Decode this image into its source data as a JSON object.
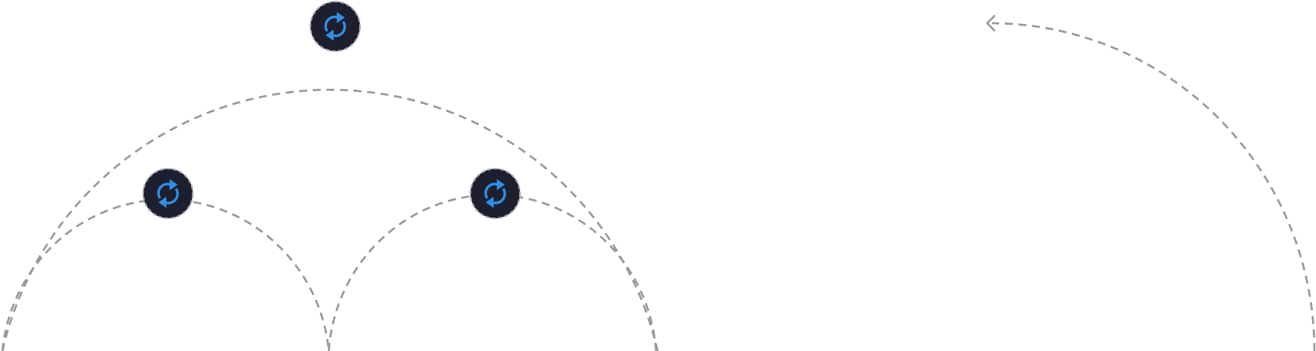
{
  "diagram": {
    "colors": {
      "arc": "#9a9a9a",
      "node_fill": "#1d1f2e",
      "node_ring": "#a8a8b0",
      "icon": "#2f8fe6",
      "background": "#ffffff"
    },
    "nodes": [
      {
        "id": "top",
        "icon": "sync-icon"
      },
      {
        "id": "left",
        "icon": "sync-icon"
      },
      {
        "id": "right",
        "icon": "sync-icon"
      }
    ],
    "arcs": [
      {
        "id": "outer-arc",
        "style": "dashed"
      },
      {
        "id": "left-inner-arc",
        "style": "dashed"
      },
      {
        "id": "right-inner-arc",
        "style": "dashed"
      },
      {
        "id": "far-right-arc",
        "style": "dashed",
        "arrow": "left"
      }
    ]
  }
}
